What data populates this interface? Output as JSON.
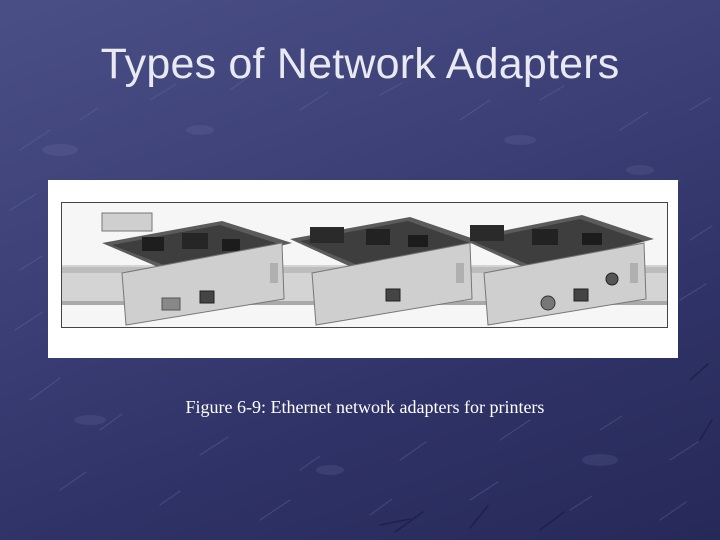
{
  "slide": {
    "title": "Types of Network Adapters",
    "caption": "Figure 6-9: Ethernet network adapters for printers"
  },
  "colors": {
    "background_top": "#4a4f86",
    "background_bottom": "#262958",
    "title_text": "#e9e9f2",
    "caption_text": "#ffffff"
  },
  "figure": {
    "icon": "network-adapter-photo",
    "card_count": 3
  }
}
